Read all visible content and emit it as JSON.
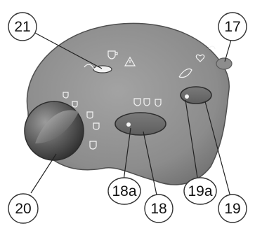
{
  "callouts": {
    "c17": "17",
    "c18": "18",
    "c18a": "18a",
    "c19": "19",
    "c19a": "19a",
    "c20": "20",
    "c21": "21"
  },
  "panel": {
    "body_color": "#8f8f8f",
    "edge_color": "#4f4f4f",
    "icon_color": "#f4f4f4"
  },
  "icons": [
    "steam-icon",
    "cup-icon",
    "warning-triangle-icon",
    "descaling-icon",
    "hot-water-icon",
    "heart-icon",
    "power-icon"
  ]
}
